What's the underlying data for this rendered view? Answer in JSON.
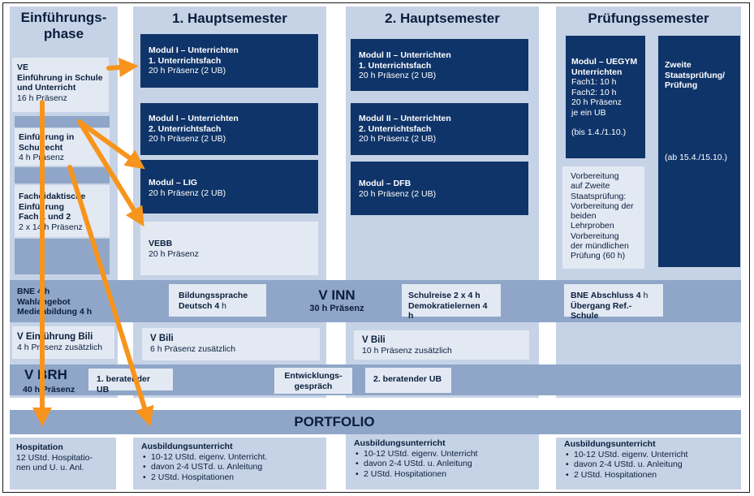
{
  "columns": {
    "phase0": "Einführungs-\nphase",
    "phase1": "1. Hauptsemester",
    "phase2": "2. Hauptsemester",
    "phase3": "Prüfungssemester"
  },
  "einfuehrung": {
    "ve_title": "VE\nEinführung in Schule\nund Unterricht",
    "ve_hours": "16 h Präsenz",
    "recht_title": "Einführung in\nSchulrecht",
    "recht_hours": "4 h Präsenz",
    "fd_title": "Fachdidaktische\nEinführung\nFach 1 und 2",
    "fd_hours": "2 x 14 h Präsenz"
  },
  "sem1": {
    "m1_title": "Modul I – Unterrichten\n1. Unterrichtsfach",
    "m1_hours": "20 h Präsenz (2 UB)",
    "m2_title": "Modul I – Unterrichten\n2. Unterrichtsfach",
    "m2_hours": "20 h Präsenz (2 UB)",
    "lig_title": "Modul  – LIG",
    "lig_hours": "20 h Präsenz (2 UB)",
    "vebb_title": "VEBB",
    "vebb_hours": "20 h Präsenz"
  },
  "sem2": {
    "m1_title": "Modul II – Unterrichten\n1. Unterrichtsfach",
    "m1_hours": "20 h Präsenz (2 UB)",
    "m2_title": "Modul II – Unterrichten\n2. Unterrichtsfach",
    "m2_hours": "20 h Präsenz (2 UB)",
    "dfb_title": "Modul – DFB",
    "dfb_hours": "20 h Präsenz (2 UB)"
  },
  "sem3": {
    "uegym_title": "Modul – UEGYM\nUnterrichten",
    "uegym_body": "Fach1: 10 h\nFach2: 10 h\n20 h Präsenz\nje ein UB",
    "uegym_date": "(bis 1.4./1.10.)",
    "zweite_title": "Zweite\nStaatsprüfung/\nPrüfung",
    "zweite_date": "(ab 15.4./15.10.)",
    "vorb_text": "Vorbereitung\nauf Zweite\nStaatsprüfung:\nVorbereitung der\nbeiden\nLehrproben\nVorbereitung\nder mündlichen\nPrüfung (60 h)"
  },
  "vinn": {
    "left_title": "BNE 4 h\nWahlangebot\nMedienbildung 4 h",
    "center_title": "V INN",
    "center_hours": "30 h Präsenz",
    "bild_title": "Bildungssprache\nDeutsch 4",
    "bild_unit": " h",
    "schul_title": "Schulreise 2 x 4 h\nDemokratielernen 4 h",
    "bne_title": "BNE Abschluss 4",
    "bne_unit": "  h",
    "bne_title2": "Übergang Ref.-Schule"
  },
  "bili": {
    "b0_title": "V Einführung Bili",
    "b0_hours": "4 h Präsenz zusätzlich",
    "b1_title": "V Bili",
    "b1_hours": "6 h Präsenz zusätzlich",
    "b2_title": "V Bili",
    "b2_hours": "10 h Präsenz zusätzlich"
  },
  "vbrh": {
    "title": "V BRH",
    "hours": "40 h Präsenz",
    "ub1": "1. beratender UB",
    "eg": "Entwicklungs-\ngespräch",
    "ub2": "2. beratender UB"
  },
  "portfolio": "PORTFOLIO",
  "bottom": {
    "hosp_title": "Hospitation",
    "hosp_body": "12 UStd. Hospitatio-\nnen und U. u. Anl.",
    "au1_title": "Ausbildungsunterricht",
    "au1_items": [
      "10-12 UStd. eigenv. Unterricht.",
      "davon 2-4 USTd. u. Anleitung",
      "2 UStd. Hospitationen"
    ],
    "au2_title": "Ausbildungsunterricht",
    "au2_items": [
      "10-12 UStd. eigenv. Unterricht",
      "davon 2-4 UStd. u. Anleitung",
      "2 UStd. Hospitationen"
    ],
    "au3_title": "Ausbildungsunterricht",
    "au3_items": [
      "10-12 UStd. eigenv. Unterricht",
      "davon 2-4 UStd. u. Anleitung",
      "2 UStd. Hospitationen"
    ]
  },
  "colors": {
    "arrow": "#f7941d",
    "dark": "#0f3469",
    "band": "#8fa6c8",
    "column": "#c6d3e6",
    "light": "#e3e9f3"
  }
}
